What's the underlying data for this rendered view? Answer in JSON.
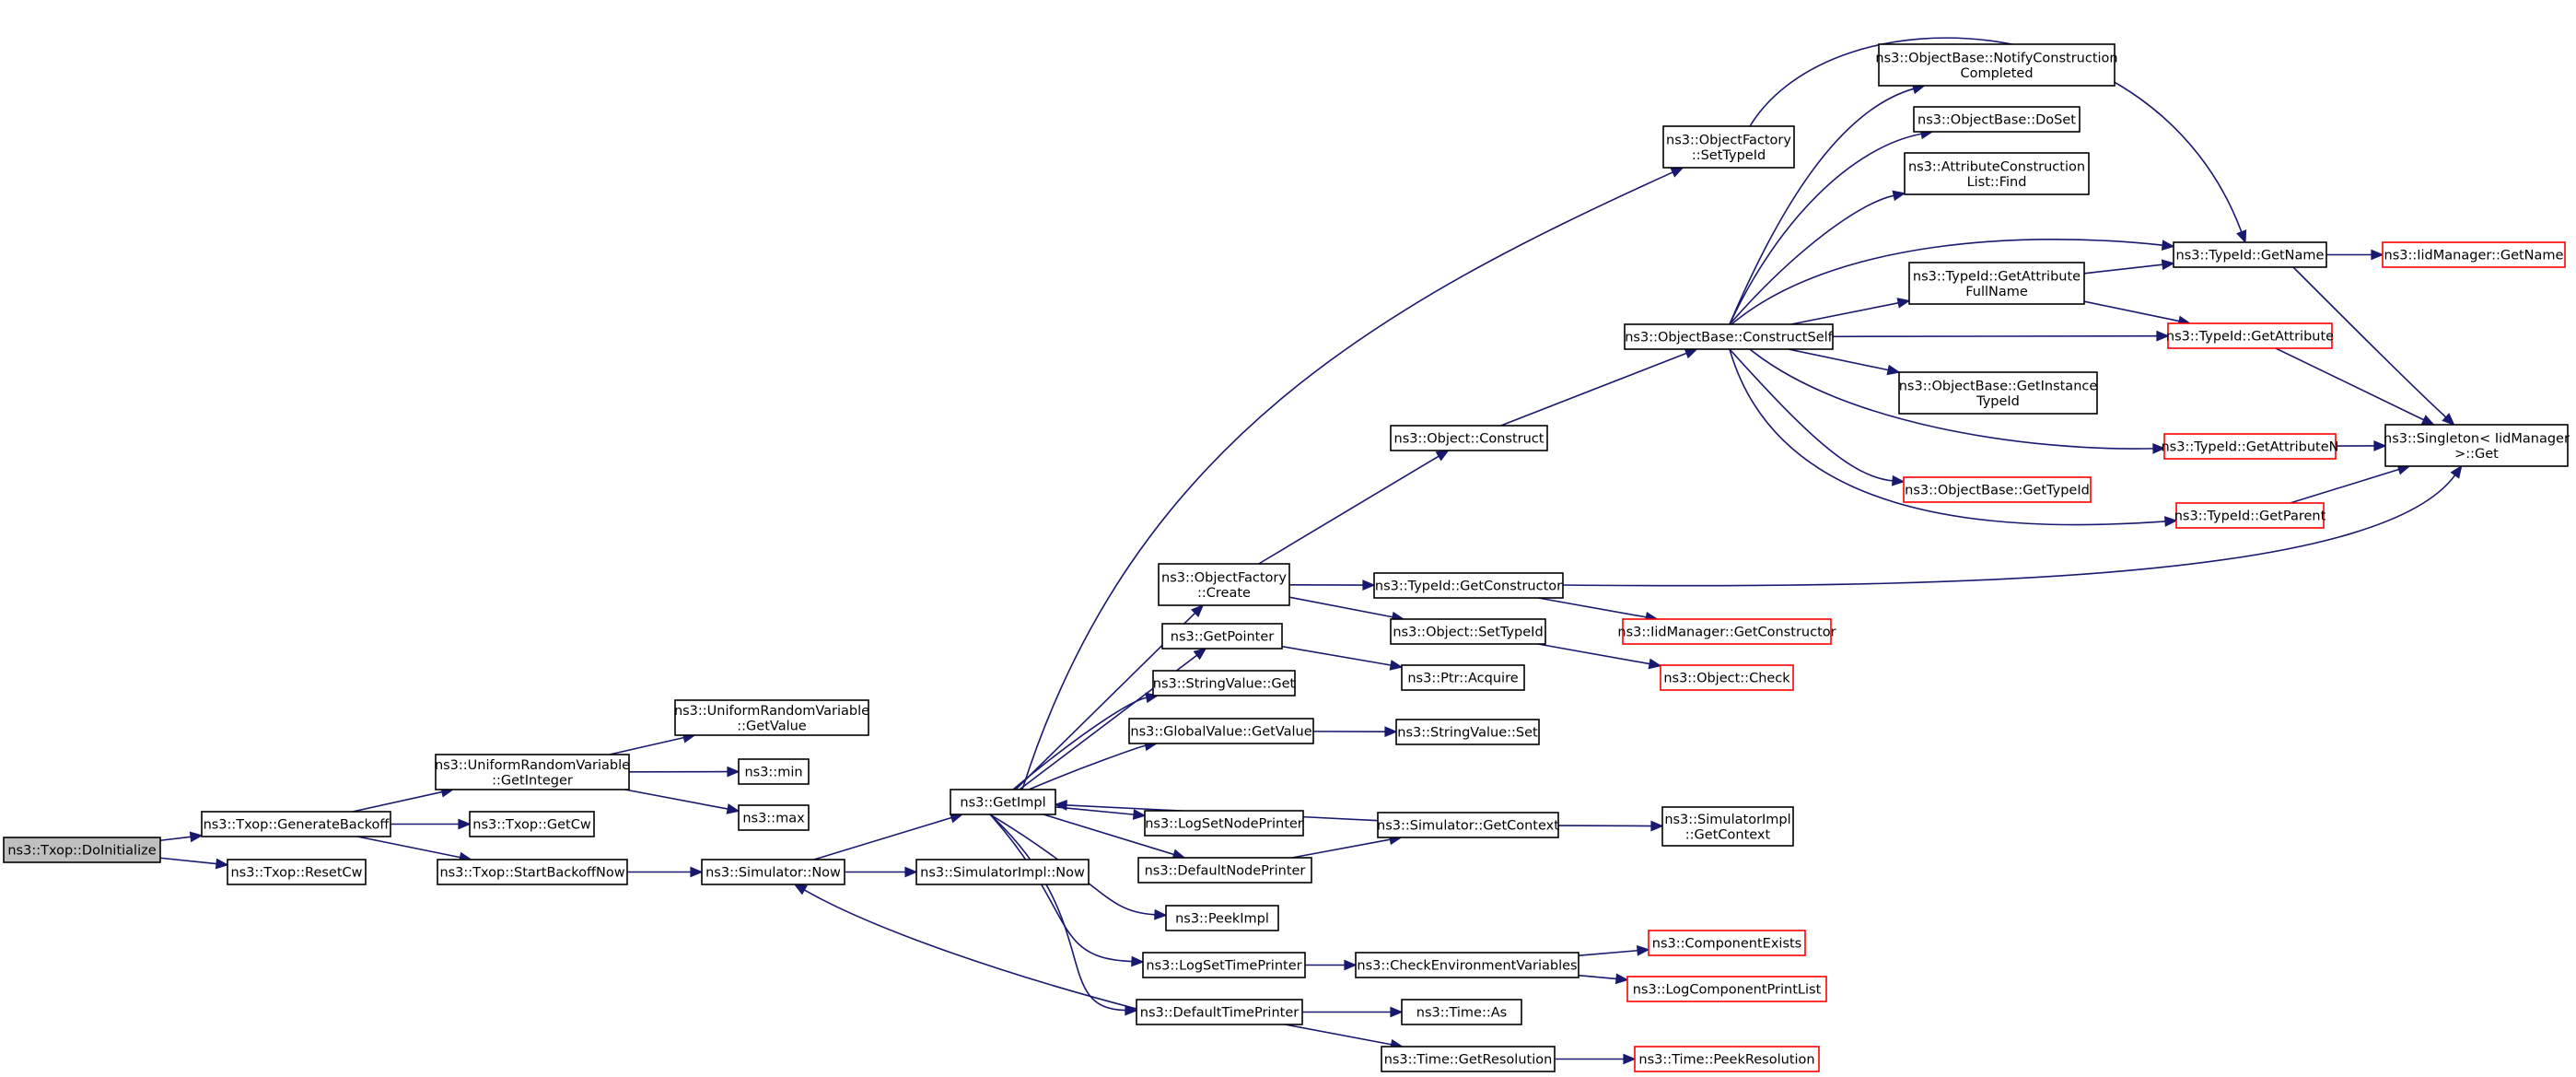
{
  "diagram": {
    "type": "call-graph",
    "colors": {
      "edge": "#191970",
      "root_fill": "#bfbfbf",
      "node_border": "#000000",
      "external_border": "#ff0000"
    },
    "nodes": [
      {
        "id": "n0",
        "lines": [
          "ns3::Txop::DoInitialize"
        ],
        "style": "root"
      },
      {
        "id": "n1",
        "lines": [
          "ns3::Txop::GenerateBackoff"
        ]
      },
      {
        "id": "n2",
        "lines": [
          "ns3::Txop::ResetCw"
        ]
      },
      {
        "id": "n3",
        "lines": [
          "ns3::UniformRandomVariable",
          "::GetInteger"
        ]
      },
      {
        "id": "n4",
        "lines": [
          "ns3::Txop::GetCw"
        ]
      },
      {
        "id": "n5",
        "lines": [
          "ns3::Txop::StartBackoffNow"
        ]
      },
      {
        "id": "n6",
        "lines": [
          "ns3::UniformRandomVariable",
          "::GetValue"
        ]
      },
      {
        "id": "n7",
        "lines": [
          "ns3::min"
        ]
      },
      {
        "id": "n8",
        "lines": [
          "ns3::max"
        ]
      },
      {
        "id": "n9",
        "lines": [
          "ns3::Simulator::Now"
        ]
      },
      {
        "id": "n10",
        "lines": [
          "ns3::GetImpl"
        ]
      },
      {
        "id": "n11",
        "lines": [
          "ns3::SimulatorImpl::Now"
        ]
      },
      {
        "id": "n12",
        "lines": [
          "ns3::ObjectFactory",
          "::SetTypeId"
        ]
      },
      {
        "id": "n13",
        "lines": [
          "ns3::ObjectFactory",
          "::Create"
        ]
      },
      {
        "id": "n14",
        "lines": [
          "ns3::GetPointer"
        ]
      },
      {
        "id": "n15",
        "lines": [
          "ns3::StringValue::Get"
        ]
      },
      {
        "id": "n16",
        "lines": [
          "ns3::GlobalValue::GetValue"
        ]
      },
      {
        "id": "n17",
        "lines": [
          "ns3::LogSetNodePrinter"
        ]
      },
      {
        "id": "n18",
        "lines": [
          "ns3::DefaultNodePrinter"
        ]
      },
      {
        "id": "n19",
        "lines": [
          "ns3::PeekImpl"
        ]
      },
      {
        "id": "n20",
        "lines": [
          "ns3::LogSetTimePrinter"
        ]
      },
      {
        "id": "n21",
        "lines": [
          "ns3::DefaultTimePrinter"
        ]
      },
      {
        "id": "n22",
        "lines": [
          "ns3::Object::Construct"
        ]
      },
      {
        "id": "n23",
        "lines": [
          "ns3::TypeId::GetConstructor"
        ]
      },
      {
        "id": "n24",
        "lines": [
          "ns3::Object::SetTypeId"
        ]
      },
      {
        "id": "n25",
        "lines": [
          "ns3::Ptr::Acquire"
        ]
      },
      {
        "id": "n26",
        "lines": [
          "ns3::StringValue::Set"
        ]
      },
      {
        "id": "n27",
        "lines": [
          "ns3::Simulator::GetContext"
        ]
      },
      {
        "id": "n28",
        "lines": [
          "ns3::CheckEnvironmentVariables"
        ]
      },
      {
        "id": "n29",
        "lines": [
          "ns3::Time::As"
        ]
      },
      {
        "id": "n30",
        "lines": [
          "ns3::Time::GetResolution"
        ]
      },
      {
        "id": "n31",
        "lines": [
          "ns3::ObjectBase::ConstructSelf"
        ]
      },
      {
        "id": "n32",
        "lines": [
          "ns3::IidManager::GetConstructor"
        ],
        "style": "external"
      },
      {
        "id": "n33",
        "lines": [
          "ns3::Object::Check"
        ],
        "style": "external"
      },
      {
        "id": "n34",
        "lines": [
          "ns3::SimulatorImpl",
          "::GetContext"
        ]
      },
      {
        "id": "n35",
        "lines": [
          "ns3::ComponentExists"
        ],
        "style": "external"
      },
      {
        "id": "n36",
        "lines": [
          "ns3::LogComponentPrintList"
        ],
        "style": "external"
      },
      {
        "id": "n37",
        "lines": [
          "ns3::Time::PeekResolution"
        ],
        "style": "external"
      },
      {
        "id": "n38",
        "lines": [
          "ns3::ObjectBase::NotifyConstruction",
          "Completed"
        ]
      },
      {
        "id": "n39",
        "lines": [
          "ns3::ObjectBase::DoSet"
        ]
      },
      {
        "id": "n40",
        "lines": [
          "ns3::AttributeConstruction",
          "List::Find"
        ]
      },
      {
        "id": "n41",
        "lines": [
          "ns3::TypeId::GetAttribute",
          "FullName"
        ]
      },
      {
        "id": "n42",
        "lines": [
          "ns3::ObjectBase::GetInstance",
          "TypeId"
        ]
      },
      {
        "id": "n43",
        "lines": [
          "ns3::ObjectBase::GetTypeId"
        ],
        "style": "external"
      },
      {
        "id": "n44",
        "lines": [
          "ns3::TypeId::GetName"
        ]
      },
      {
        "id": "n45",
        "lines": [
          "ns3::TypeId::GetAttribute"
        ],
        "style": "external"
      },
      {
        "id": "n46",
        "lines": [
          "ns3::TypeId::GetAttributeN"
        ],
        "style": "external"
      },
      {
        "id": "n47",
        "lines": [
          "ns3::TypeId::GetParent"
        ],
        "style": "external"
      },
      {
        "id": "n48",
        "lines": [
          "ns3::IidManager::GetName"
        ],
        "style": "external"
      },
      {
        "id": "n49",
        "lines": [
          "ns3::Singleton< IidManager",
          " >::Get"
        ]
      }
    ],
    "edges": [
      [
        "n0",
        "n1"
      ],
      [
        "n0",
        "n2"
      ],
      [
        "n1",
        "n3"
      ],
      [
        "n1",
        "n4"
      ],
      [
        "n1",
        "n5"
      ],
      [
        "n3",
        "n6"
      ],
      [
        "n3",
        "n7"
      ],
      [
        "n3",
        "n8"
      ],
      [
        "n5",
        "n9"
      ],
      [
        "n9",
        "n10"
      ],
      [
        "n9",
        "n11"
      ],
      [
        "n10",
        "n12"
      ],
      [
        "n10",
        "n13"
      ],
      [
        "n10",
        "n14"
      ],
      [
        "n10",
        "n15"
      ],
      [
        "n10",
        "n16"
      ],
      [
        "n10",
        "n17"
      ],
      [
        "n10",
        "n18"
      ],
      [
        "n10",
        "n19"
      ],
      [
        "n10",
        "n20"
      ],
      [
        "n10",
        "n21"
      ],
      [
        "n13",
        "n22"
      ],
      [
        "n13",
        "n23"
      ],
      [
        "n13",
        "n24"
      ],
      [
        "n14",
        "n25"
      ],
      [
        "n16",
        "n26"
      ],
      [
        "n18",
        "n27"
      ],
      [
        "n27",
        "n10"
      ],
      [
        "n27",
        "n34"
      ],
      [
        "n20",
        "n28"
      ],
      [
        "n28",
        "n35"
      ],
      [
        "n28",
        "n36"
      ],
      [
        "n21",
        "n9"
      ],
      [
        "n21",
        "n29"
      ],
      [
        "n21",
        "n30"
      ],
      [
        "n30",
        "n37"
      ],
      [
        "n22",
        "n31"
      ],
      [
        "n23",
        "n32"
      ],
      [
        "n23",
        "n49"
      ],
      [
        "n24",
        "n33"
      ],
      [
        "n12",
        "n44"
      ],
      [
        "n31",
        "n38"
      ],
      [
        "n31",
        "n39"
      ],
      [
        "n31",
        "n40"
      ],
      [
        "n31",
        "n44"
      ],
      [
        "n31",
        "n41"
      ],
      [
        "n31",
        "n45"
      ],
      [
        "n31",
        "n42"
      ],
      [
        "n31",
        "n46"
      ],
      [
        "n31",
        "n43"
      ],
      [
        "n31",
        "n47"
      ],
      [
        "n41",
        "n44"
      ],
      [
        "n41",
        "n45"
      ],
      [
        "n44",
        "n48"
      ],
      [
        "n44",
        "n49"
      ],
      [
        "n45",
        "n49"
      ],
      [
        "n46",
        "n49"
      ],
      [
        "n47",
        "n49"
      ]
    ]
  }
}
